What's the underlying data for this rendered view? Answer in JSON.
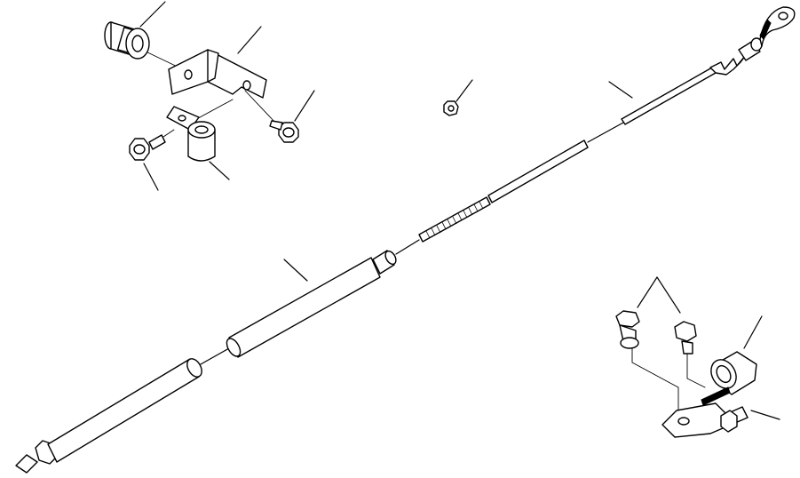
{
  "diagram": {
    "kind": "exploded parts view",
    "callout_count": 11,
    "parts": [
      "cable-bushing",
      "mounting-bracket",
      "cable-clamp-upper",
      "flange-bolt-left",
      "flange-bolt-right",
      "lock-nut",
      "control-cable",
      "cable-end-hook",
      "bolt-pair",
      "cable-clamp-lower",
      "clamp-plate"
    ],
    "colors": {
      "line": "#000000",
      "background": "#ffffff"
    }
  }
}
